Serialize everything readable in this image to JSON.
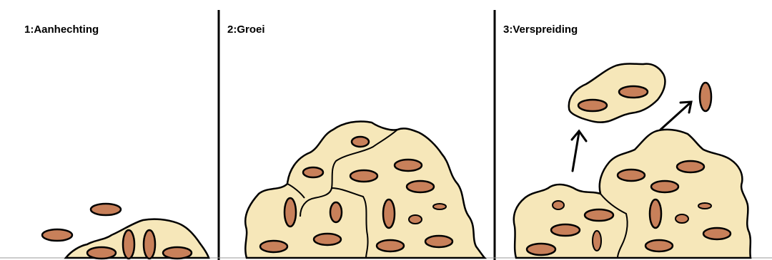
{
  "stages": [
    {
      "label": "1:Aanhechting"
    },
    {
      "label": "2:Groei"
    },
    {
      "label": "3:Verspreiding"
    }
  ],
  "colors": {
    "matrix_fill": "#f6e7b9",
    "cell_fill": "#c8805a",
    "outline": "#000000",
    "background": "#ffffff"
  }
}
